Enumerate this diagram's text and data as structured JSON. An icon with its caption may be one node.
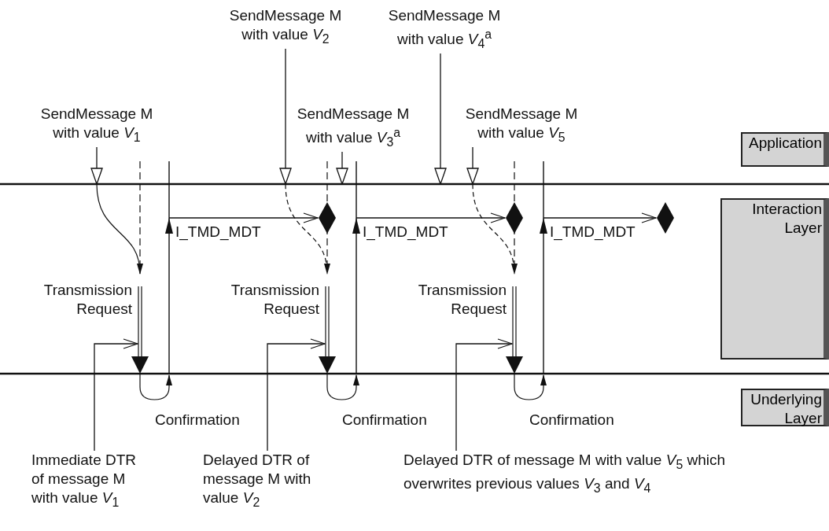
{
  "diagram": {
    "nodes": [
      {
        "text": [
          "SendMessage M with value *V*$_{2}$"
        ]
      },
      {
        "text": [
          "SendMessage M with value *V*$_{4}$$^{a}$"
        ]
      },
      {
        "text": [
          "SendMessage M with value *V*$_{1}$"
        ]
      },
      {
        "text": [
          "SendMessage M with value *V*$_{3}$$^{a}$"
        ]
      },
      {
        "text": [
          "SendMessage M with value *V*$_{5}$"
        ]
      },
      {
        "text": [
          "Application"
        ]
      },
      {
        "text": [],
        "shape": "diamond"
      },
      {
        "text": [],
        "shape": "diamond"
      },
      {
        "text": [],
        "shape": "diamond"
      },
      {
        "text": [
          "Interaction Layer"
        ]
      },
      {
        "text": [
          "Underlying Layer"
        ]
      },
      {
        "text": [
          "Immediate DTR of message M with value *V*$_{1}$"
        ]
      },
      {
        "text": [
          "Delayed DTR of message M with value *V*$_{2}$"
        ]
      },
      {
        "text": [
          "Delayed DTR of message M with value *V*$_{5}$ which overwrites previous values *V*$_{3}$ and *V*$_{4}$"
        ]
      }
    ],
    "edges": [
      {
        "from": 2,
        "to": null,
        "arrow": "to"
      },
      {
        "from": 0,
        "to": null,
        "arrow": "to"
      },
      {
        "from": 3,
        "to": null,
        "arrow": "to"
      },
      {
        "from": 1,
        "to": null,
        "arrow": "to"
      },
      {
        "from": 4,
        "to": null,
        "arrow": "to"
      },
      {
        "from": null,
        "to": 6,
        "arrow": "to",
        "label": "I_TMD_MDT"
      },
      {
        "from": null,
        "to": 7,
        "arrow": "to",
        "label": "I_TMD_MDT"
      },
      {
        "from": null,
        "to": 8,
        "arrow": "to",
        "label": "I_TMD_MDT"
      },
      {
        "from": 11,
        "to": null,
        "arrow": "to"
      },
      {
        "from": 12,
        "to": null,
        "arrow": "to"
      },
      {
        "from": 13,
        "to": null,
        "arrow": "to"
      }
    ],
    "labels": [
      "Transmission Request",
      "Transmission Request",
      "Transmission Request",
      "Confirmation",
      "Confirmation",
      "Confirmation"
    ]
  }
}
